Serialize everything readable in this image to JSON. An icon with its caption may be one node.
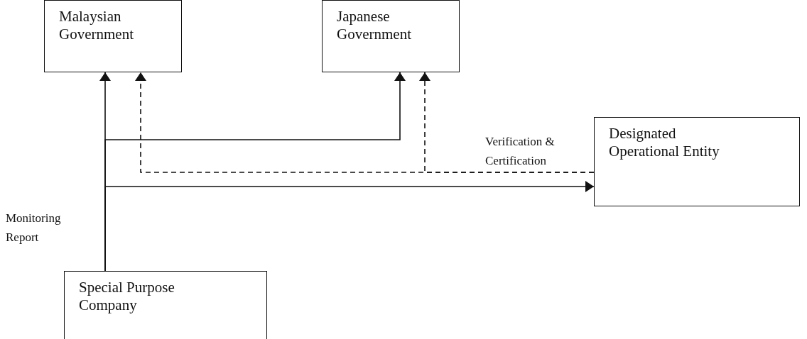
{
  "diagram": {
    "nodes": [
      {
        "text": [
          "Malaysian Government"
        ]
      },
      {
        "text": [
          "Japanese Government"
        ]
      },
      {
        "text": [
          "Designated Operational Entity"
        ]
      },
      {
        "text": [
          "Special Purpose Company"
        ]
      }
    ],
    "edges": [
      {
        "from": 3,
        "to": 0,
        "arrow": "to",
        "label": "Monitoring Report"
      },
      {
        "from": 3,
        "to": 1,
        "arrow": "to"
      },
      {
        "from": 3,
        "to": 2,
        "arrow": "to"
      },
      {
        "from": 2,
        "to": 0,
        "arrow": "to",
        "style": "dashed",
        "label": "Verification & Certification"
      },
      {
        "from": 2,
        "to": 1,
        "arrow": "to",
        "style": "dashed"
      }
    ]
  }
}
